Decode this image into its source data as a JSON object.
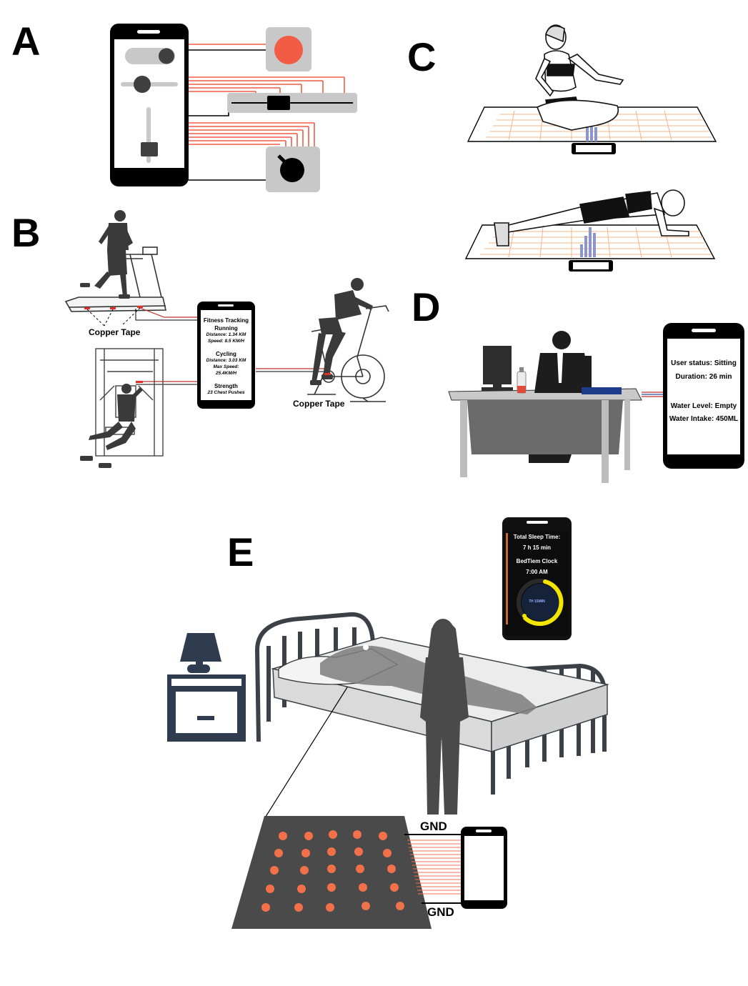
{
  "panels": {
    "a": "A",
    "b": "B",
    "c": "C",
    "d": "D",
    "e": "E"
  },
  "colors": {
    "accent": "#f25c45",
    "gray": "#c8c8c8",
    "dark": "#3f3f3f",
    "screen": "#ffffff"
  },
  "panel_b": {
    "copper_tape_left": "Copper Tape",
    "copper_tape_right": "Copper Tape",
    "phone": {
      "title": "Fitness Tracking",
      "running_label": "Running",
      "running_distance": "Distance: 1.34 KM",
      "running_speed": "Speed: 8.5 KM/H",
      "cycling_label": "Cycling",
      "cycling_distance": "Distance: 3.03 KM",
      "cycling_max_label": "Max Speed:",
      "cycling_max_value": "25.4KM/H",
      "strength_label": "Strength",
      "strength_value": "23 Chest Pushes"
    }
  },
  "panel_d": {
    "phone": {
      "status": "User status:  Sitting",
      "duration": "Duration: 26 min",
      "water_level": "Water Level: Empty",
      "water_intake": "Water Intake: 450ML"
    }
  },
  "panel_e": {
    "phone": {
      "sleep_label": "Total Sleep Time:",
      "sleep_value": "7 h 15 min",
      "clock_label": "BedTiem Clock",
      "clock_value": "7:00 AM",
      "dial_text": "7H 15MIN"
    },
    "gnd_top": "GND",
    "gnd_bottom": "GND"
  }
}
